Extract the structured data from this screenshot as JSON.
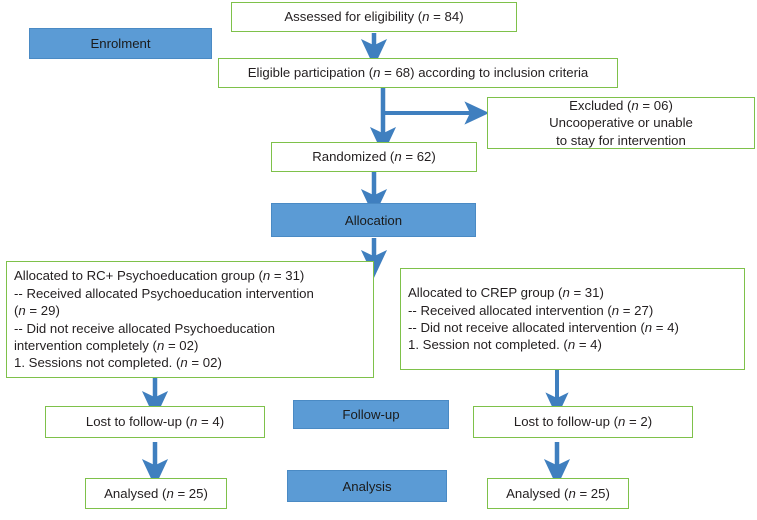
{
  "diagram": {
    "title": "CONSORT participant flow diagram",
    "colors": {
      "box_border_green": "#7ec14a",
      "phase_fill_blue": "#5b9bd5",
      "arrow_blue": "#3f7fbf",
      "text": "#231f20",
      "background": "#ffffff"
    },
    "phases": [
      {
        "id": "enrolment",
        "label": "Enrolment"
      },
      {
        "id": "allocation",
        "label": "Allocation"
      },
      {
        "id": "followup",
        "label": "Follow-up"
      },
      {
        "id": "analysis",
        "label": "Analysis"
      }
    ],
    "nodes": [
      {
        "id": "assessed",
        "label": "Assessed for eligibility (n = 84)"
      },
      {
        "id": "eligible",
        "label": "Eligible participation (n = 68) according to inclusion criteria"
      },
      {
        "id": "excluded",
        "label": "Excluded (n = 06)\nUncooperative or unable\nto stay for intervention"
      },
      {
        "id": "randomized",
        "label": "Randomized (n = 62)"
      },
      {
        "id": "alloc_left",
        "label": "Allocated to RC+ Psychoeducation group (n = 31)\n-- Received allocated Psychoeducation intervention\n   (n = 29)\n-- Did not receive allocated Psychoeducation\n   intervention completely (n = 02)\n1. Sessions not completed. (n = 02)"
      },
      {
        "id": "alloc_right",
        "label": "Allocated to CREP group (n = 31)\n-- Received allocated intervention (n = 27)\n-- Did not receive allocated intervention (n = 4)\n1. Session not completed.  (n = 4)"
      },
      {
        "id": "lost_left",
        "label": "Lost to follow-up (n = 4)"
      },
      {
        "id": "lost_right",
        "label": "Lost to follow-up (n = 2)"
      },
      {
        "id": "analysed_left",
        "label": "Analysed (n = 25)"
      },
      {
        "id": "analysed_right",
        "label": "Analysed (n = 25)"
      }
    ],
    "flow_data": {
      "assessed_for_eligibility_n": 84,
      "eligible_participation_n": 68,
      "excluded_n": 6,
      "randomized_n": 62,
      "allocated_left_n": 31,
      "received_left_n": 29,
      "not_received_left_n": 2,
      "allocated_right_n": 31,
      "received_right_n": 27,
      "not_received_right_n": 4,
      "lost_left_n": 4,
      "lost_right_n": 2,
      "analysed_left_n": 25,
      "analysed_right_n": 25
    }
  }
}
